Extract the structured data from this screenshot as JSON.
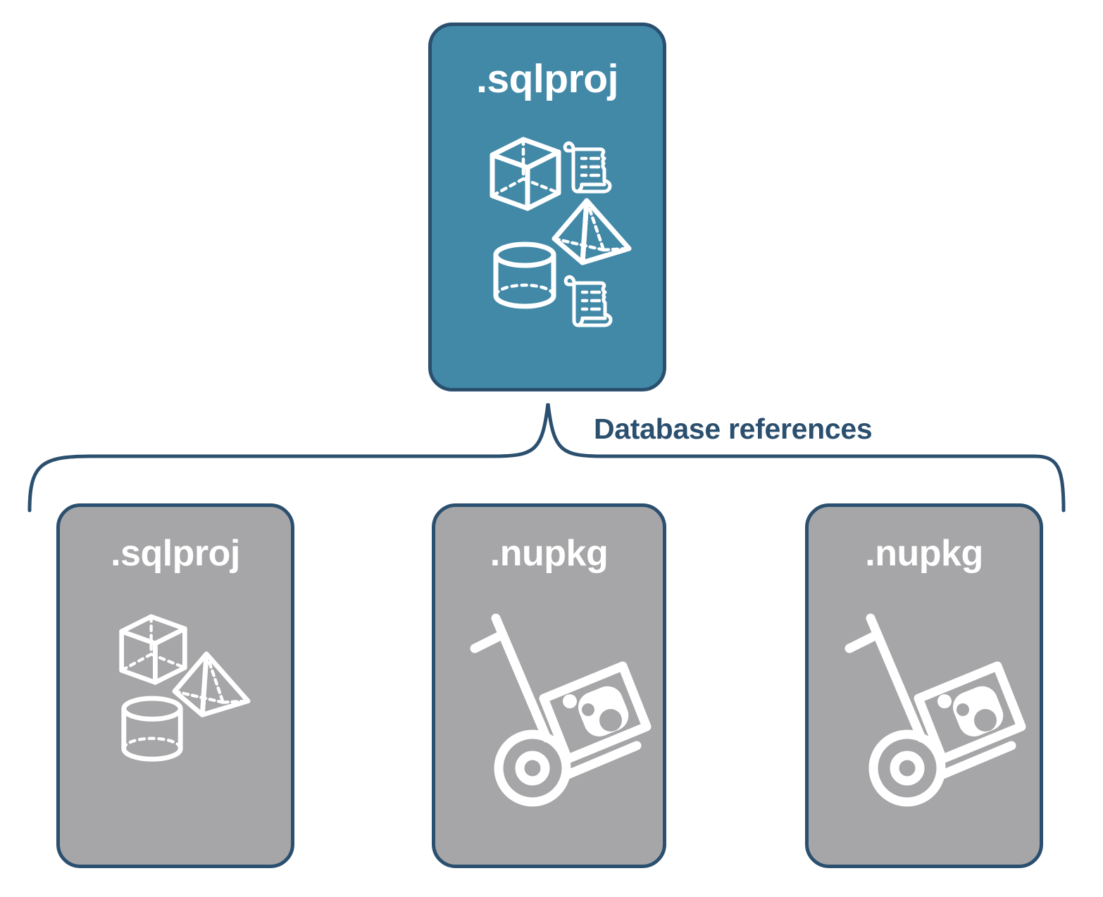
{
  "diagram": {
    "title": "Database references diagram",
    "connector_label": "Database references",
    "colors": {
      "primary_blue": "#4289a8",
      "border_navy": "#2b4f6e",
      "neutral_gray": "#a6a6a8",
      "icon_white": "#ffffff",
      "background": "#ffffff"
    }
  },
  "root": {
    "name": "root-project-card",
    "label": ".sqlproj",
    "fill": "#4289a8",
    "icons": [
      "cube-icon",
      "pyramid-icon",
      "cylinder-icon",
      "script-scroll-icon",
      "script-scroll-icon"
    ]
  },
  "references": [
    {
      "name": "reference-sqlproj",
      "label": ".sqlproj",
      "fill": "#a6a6a8",
      "icons": [
        "cube-icon",
        "pyramid-icon",
        "cylinder-icon"
      ]
    },
    {
      "name": "reference-nupkg-1",
      "label": ".nupkg",
      "fill": "#a6a6a8",
      "icons": [
        "package-handtruck-icon"
      ]
    },
    {
      "name": "reference-nupkg-2",
      "label": ".nupkg",
      "fill": "#a6a6a8",
      "icons": [
        "package-handtruck-icon"
      ]
    }
  ]
}
